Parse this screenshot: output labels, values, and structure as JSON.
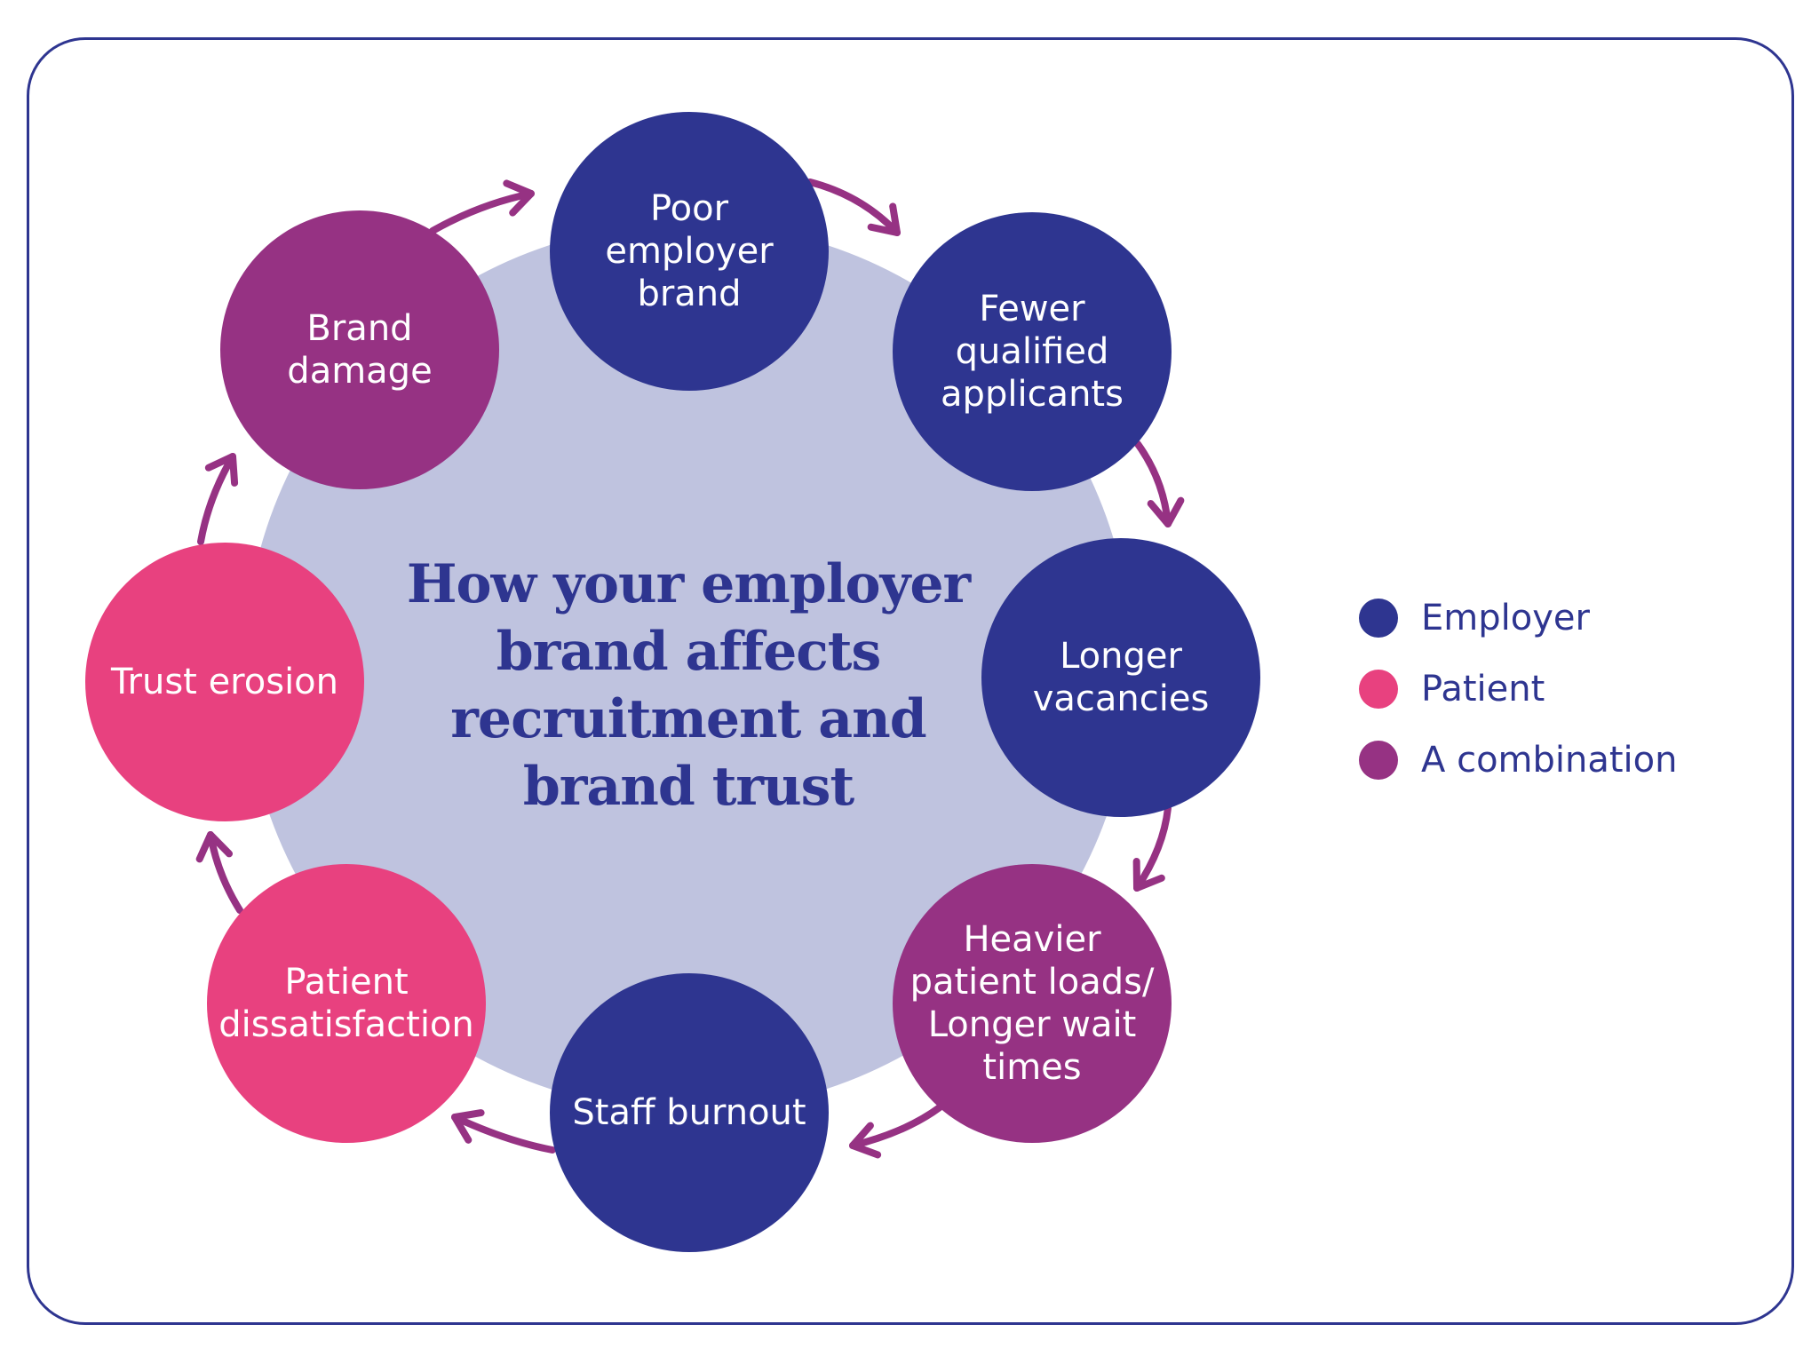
{
  "title": {
    "line1": "How your employer",
    "line2": "brand affects",
    "line3": "recruitment and",
    "line4": "brand trust"
  },
  "colors": {
    "employer": "#2e3590",
    "patient": "#e8417f",
    "combination": "#963283",
    "arrow": "#963283",
    "center": "#bfc3df",
    "frame": "#2e3590"
  },
  "nodes": [
    {
      "id": "poor-employer-brand",
      "label": "Poor\nemployer\nbrand",
      "category": "employer"
    },
    {
      "id": "fewer-qualified-applicants",
      "label": "Fewer\nqualified\napplicants",
      "category": "employer"
    },
    {
      "id": "longer-vacancies",
      "label": "Longer\nvacancies",
      "category": "employer"
    },
    {
      "id": "heavier-patient-loads",
      "label": "Heavier\npatient loads/\nLonger wait\ntimes",
      "category": "combination"
    },
    {
      "id": "staff-burnout",
      "label": "Staff burnout",
      "category": "employer"
    },
    {
      "id": "patient-dissatisfaction",
      "label": "Patient\ndissatisfaction",
      "category": "patient"
    },
    {
      "id": "trust-erosion",
      "label": "Trust erosion",
      "category": "patient"
    },
    {
      "id": "brand-damage",
      "label": "Brand\ndamage",
      "category": "combination"
    }
  ],
  "legend": [
    {
      "label": "Employer",
      "category": "employer"
    },
    {
      "label": "Patient",
      "category": "patient"
    },
    {
      "label": "A combination",
      "category": "combination"
    }
  ]
}
